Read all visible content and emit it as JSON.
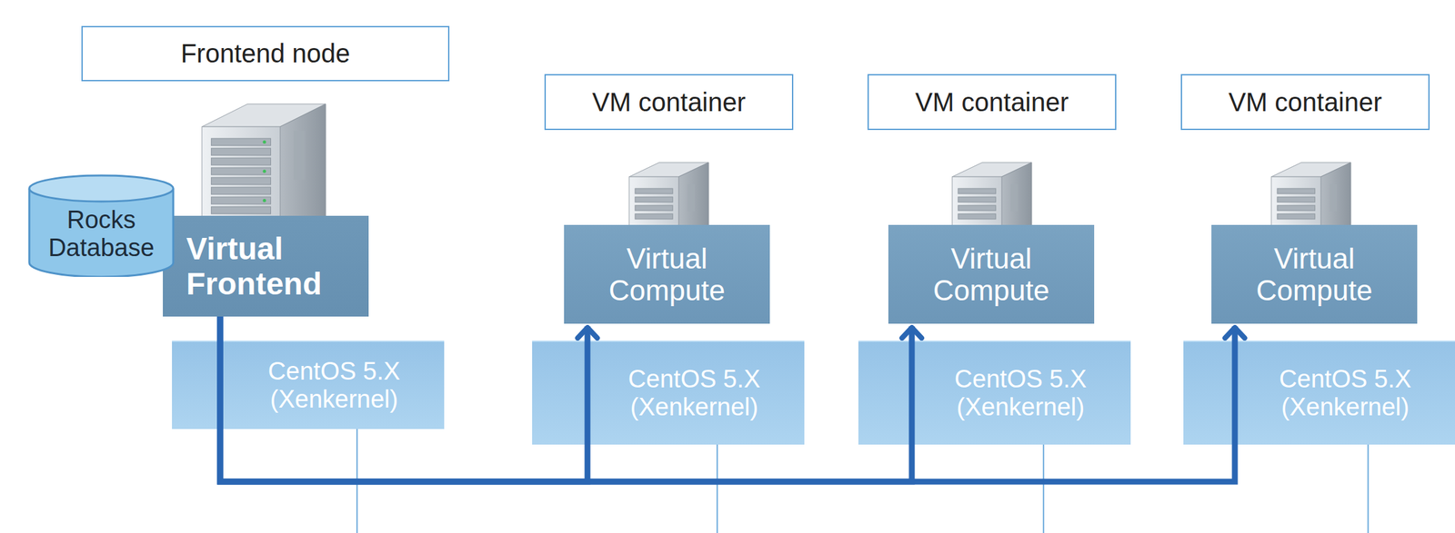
{
  "diagram": {
    "nodes": [
      {
        "text": [
          "Frontend node"
        ]
      },
      {
        "text": [
          "VM container"
        ]
      },
      {
        "text": [
          "VM container"
        ]
      },
      {
        "text": [
          "VM container"
        ]
      },
      {
        "text": [
          "Rocks Database"
        ]
      },
      {
        "text": [
          "Virtual Frontend"
        ]
      },
      {
        "text": [
          "Virtual Compute"
        ]
      },
      {
        "text": [
          "Virtual Compute"
        ]
      },
      {
        "text": [
          "Virtual Compute"
        ]
      },
      {
        "text": [
          "CentOS 5.X (Xenkernel)"
        ]
      },
      {
        "text": [
          "CentOS 5.X (Xenkernel)"
        ]
      },
      {
        "text": [
          "CentOS 5.X (Xenkernel)"
        ]
      },
      {
        "text": [
          "CentOS 5.X (Xenkernel)"
        ]
      }
    ],
    "edges": [
      {
        "from": 5,
        "to": 6,
        "arrow": "to"
      },
      {
        "from": 5,
        "to": 7,
        "arrow": "to"
      },
      {
        "from": 5,
        "to": 8,
        "arrow": "to"
      }
    ]
  }
}
